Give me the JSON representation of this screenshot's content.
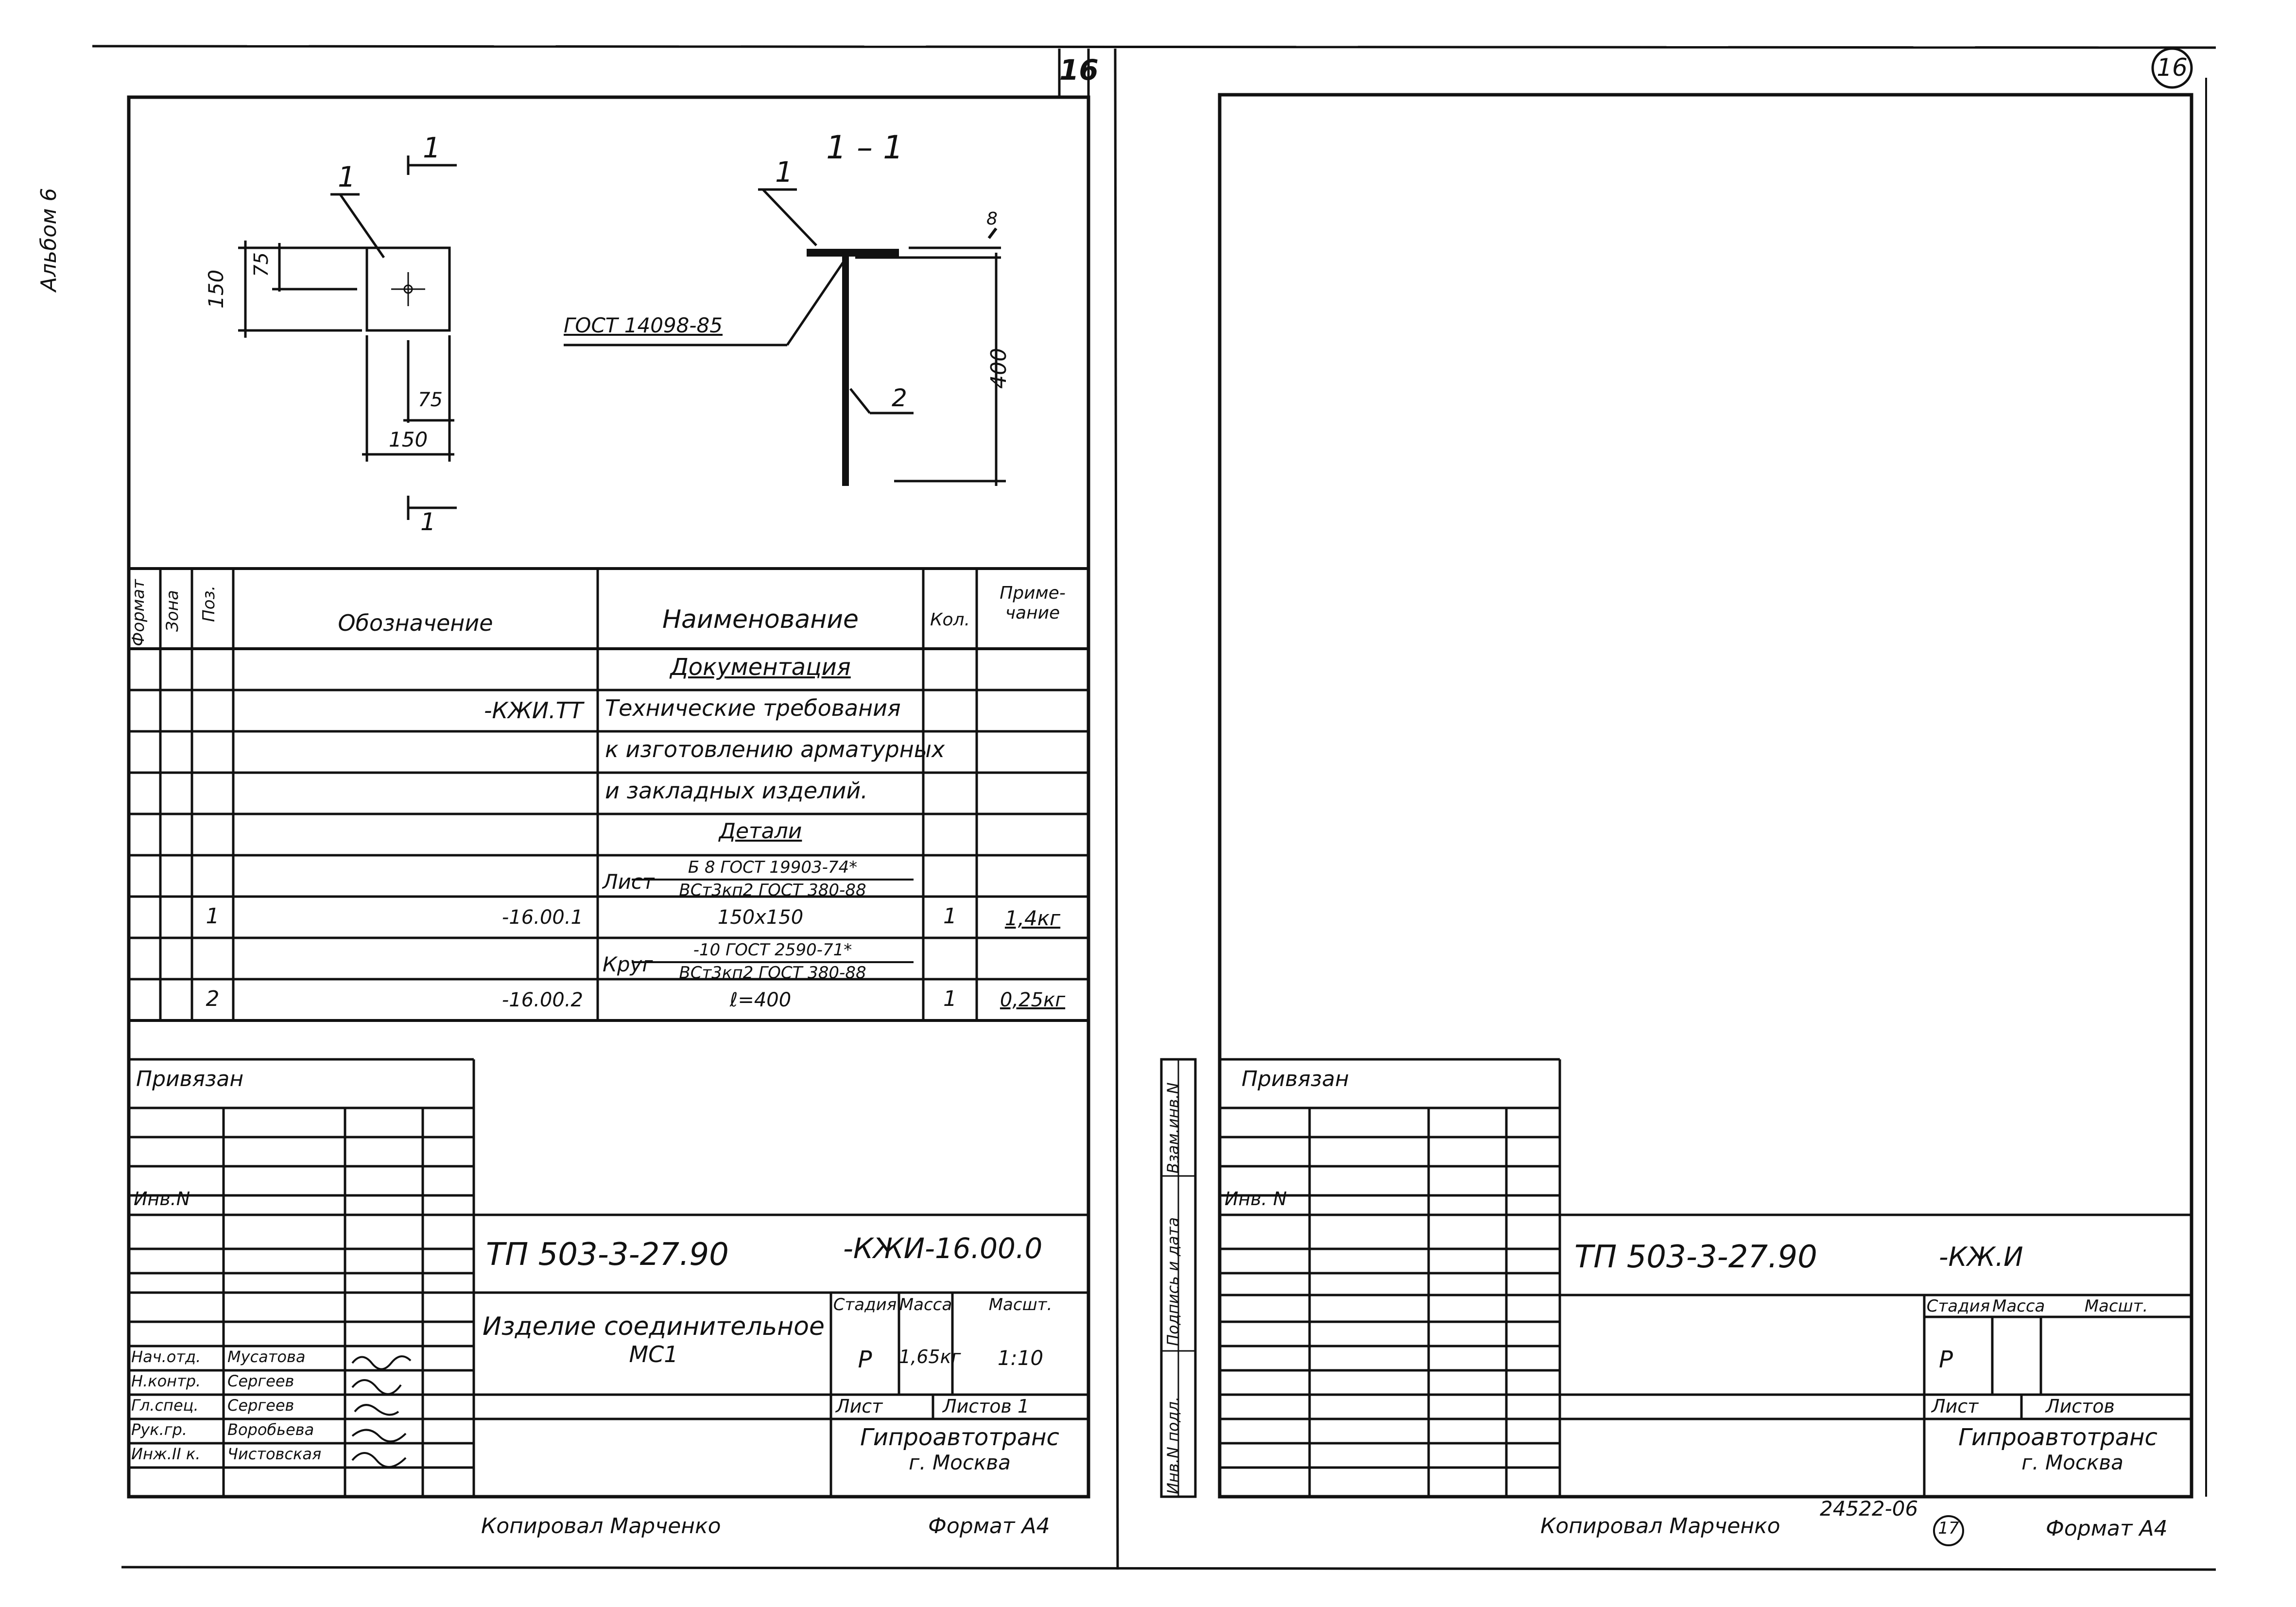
{
  "top_strip": {
    "label": "Альбом 6"
  },
  "left_sheet": {
    "page_number": "16",
    "drawing": {
      "section_mark": "1",
      "pos_label": "1",
      "dim_150_v": "150",
      "dim_75_v": "75",
      "dim_75_h": "75",
      "dim_150_h": "150",
      "section_title": "1 – 1",
      "gost_weld": "ГОСТ 14098-85",
      "dim_8": "8",
      "dim_400": "400",
      "pos_2_label": "2",
      "pos_1_label": "1"
    },
    "spec_table": {
      "headers": {
        "format": "Формат",
        "zone": "Зона",
        "pos": "Поз.",
        "designation": "Обозначение",
        "name": "Наименование",
        "qty": "Кол.",
        "note": "Приме-чание"
      },
      "rows": [
        {
          "pos": "",
          "designation": "",
          "name": "Документация",
          "qty": "",
          "note": ""
        },
        {
          "pos": "",
          "designation": "-КЖИ.ТТ",
          "name": "Технические требования",
          "qty": "",
          "note": ""
        },
        {
          "pos": "",
          "designation": "",
          "name": "к изготовлению арматурных",
          "qty": "",
          "note": ""
        },
        {
          "pos": "",
          "designation": "",
          "name": "и закладных изделий.",
          "qty": "",
          "note": ""
        },
        {
          "pos": "",
          "designation": "",
          "name": "Детали",
          "qty": "",
          "note": ""
        },
        {
          "pos": "",
          "designation": "",
          "name_fraction_top": "Б 8 ГОСТ 19903-74*",
          "name_prefix": "Лист",
          "name_fraction_bottom": "ВСт3кп2 ГОСТ 380-88",
          "qty": "",
          "note": ""
        },
        {
          "pos": "1",
          "designation": "-16.00.1",
          "name": "150х150",
          "qty": "1",
          "note": "1,4кг"
        },
        {
          "pos": "",
          "designation": "",
          "name_fraction_top": "-10 ГОСТ 2590-71*",
          "name_prefix": "Круг",
          "name_fraction_bottom": "ВСт3кп2 ГОСТ 380-88",
          "qty": "",
          "note": ""
        },
        {
          "pos": "2",
          "designation": "-16.00.2",
          "name": "ℓ=400",
          "qty": "1",
          "note": "0,25кг"
        }
      ]
    },
    "title_block": {
      "privyazan": "Привязан",
      "inv_no": "Инв.N",
      "project_code": "ТП 503-3-27.90",
      "doc_code": "-КЖИ-16.00.0",
      "item_title_line1": "Изделие соединительное",
      "item_title_line2": "МС1",
      "stage_label": "Стадия",
      "mass_label": "Масса",
      "scale_label": "Масшт.",
      "stage": "Р",
      "mass": "1,65кг",
      "scale": "1:10",
      "sheet_label": "Лист",
      "sheets_label": "Листов 1",
      "org_line1": "Гипроавтотранс",
      "org_line2": "г. Москва",
      "signers": [
        {
          "role": "Нач.отд.",
          "name": "Мусатова"
        },
        {
          "role": "Н.контр.",
          "name": "Сергеев"
        },
        {
          "role": "Гл.спец.",
          "name": "Сергеев"
        },
        {
          "role": "Рук.гр.",
          "name": "Воробьева"
        },
        {
          "role": "Инж.II к.",
          "name": "Чистовская"
        }
      ]
    },
    "footer": {
      "copied": "Копировал Марченко",
      "format": "Формат А4"
    }
  },
  "right_sheet": {
    "page_number": "16",
    "side_stamp": {
      "inv_podl": "Инв.N подл.",
      "podpis": "Подпись и дата",
      "vzam": "Взам.инв.N"
    },
    "title_block": {
      "privyazan": "Привязан",
      "inv_no": "Инв. N",
      "project_code": "ТП 503-3-27.90",
      "doc_code": "-КЖ.И",
      "stage_label": "Стадия",
      "mass_label": "Масса",
      "scale_label": "Масшт.",
      "stage": "Р",
      "sheet_label": "Лист",
      "sheets_label": "Листов",
      "org_line1": "Гипроавтотранс",
      "org_line2": "г. Москва"
    },
    "footer": {
      "copied": "Копировал Марченко",
      "archive_no": "24522-06",
      "circled_no": "17",
      "format": "Формат А4"
    }
  }
}
